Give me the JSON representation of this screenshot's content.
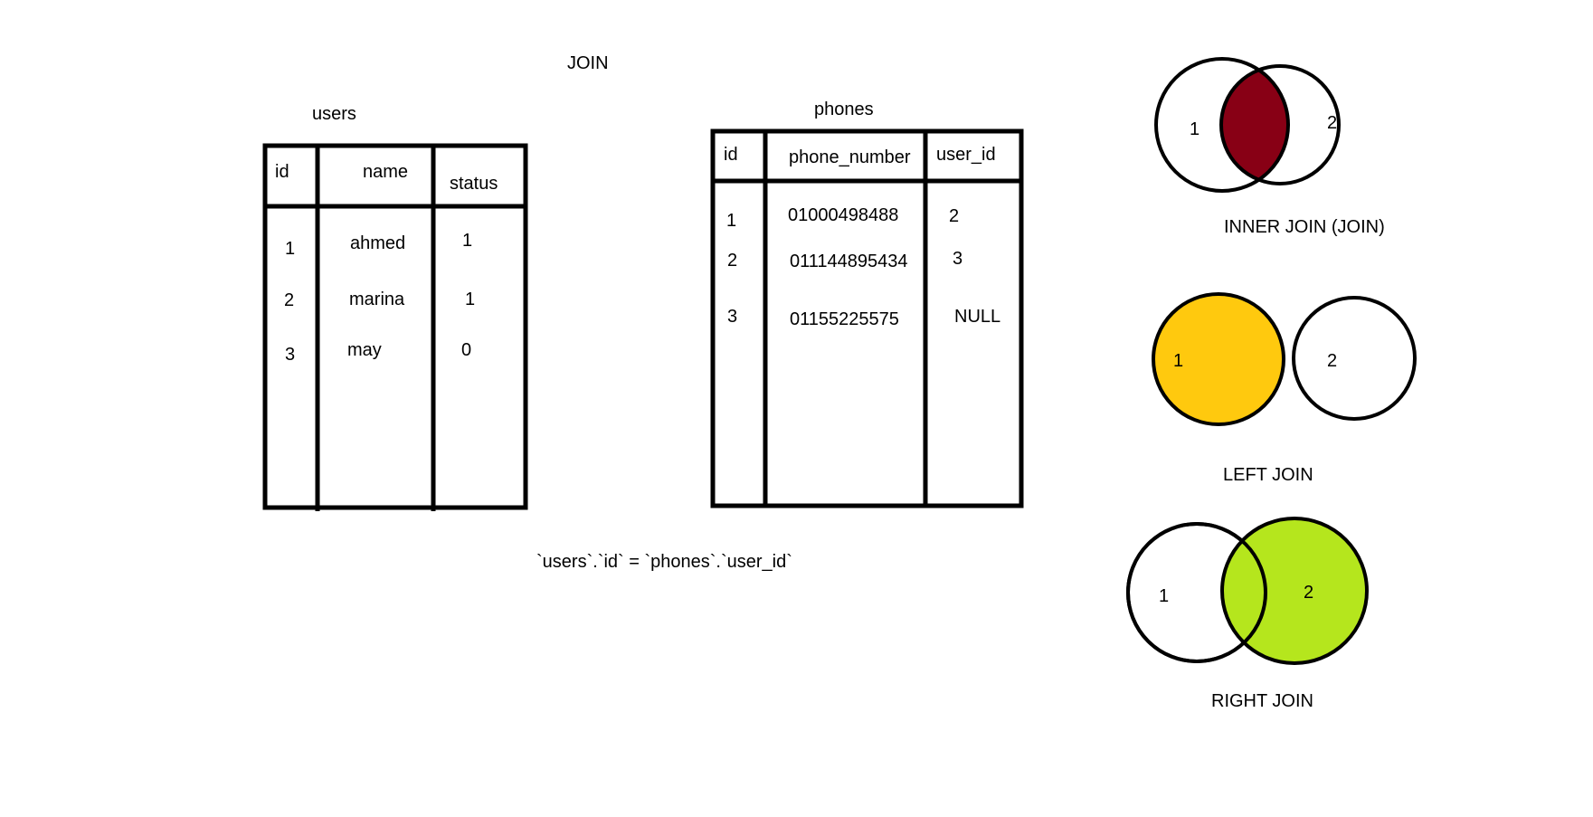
{
  "title": "JOIN",
  "condition": "`users`.`id` = `phones`.`user_id`",
  "users": {
    "name": "users",
    "columns": [
      "id",
      "name",
      "status"
    ],
    "rows": [
      [
        "1",
        "ahmed",
        "1"
      ],
      [
        "2",
        "marina",
        "1"
      ],
      [
        "3",
        "may",
        "0"
      ]
    ]
  },
  "phones": {
    "name": "phones",
    "columns": [
      "id",
      "phone_number",
      "user_id"
    ],
    "rows": [
      [
        "1",
        "01000498488",
        "2"
      ],
      [
        "2",
        "011144895434",
        "3"
      ],
      [
        "3",
        "01155225575",
        "NULL"
      ]
    ]
  },
  "joins": [
    {
      "label": "INNER JOIN (JOIN)",
      "left": "1",
      "right": "2",
      "fill": "intersection",
      "color": "#880015"
    },
    {
      "label": "LEFT JOIN",
      "left": "1",
      "right": "2",
      "fill": "left",
      "color": "#ffc90e"
    },
    {
      "label": "RIGHT JOIN",
      "left": "1",
      "right": "2",
      "fill": "right",
      "color": "#b5e61d"
    }
  ]
}
